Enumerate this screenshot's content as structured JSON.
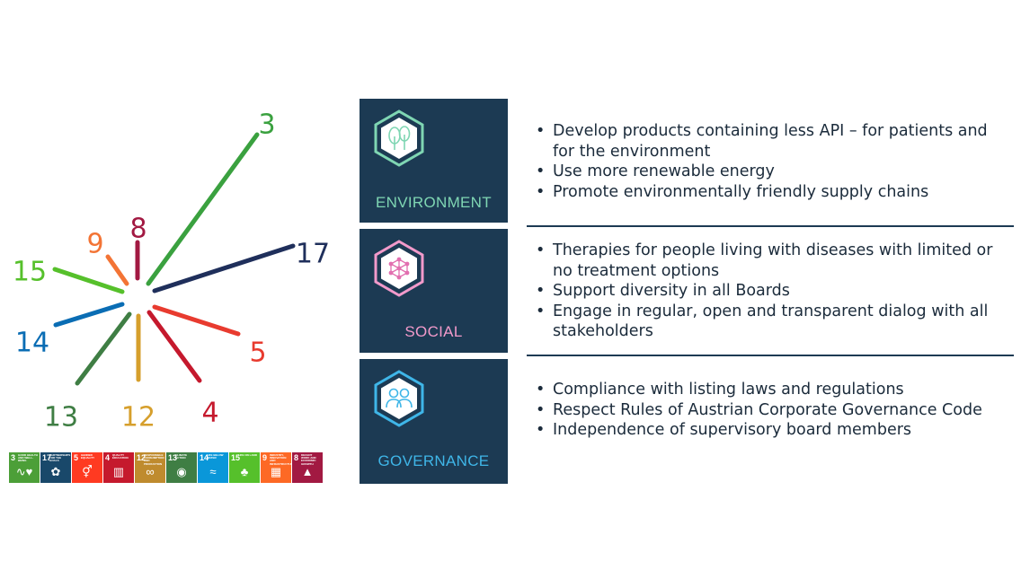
{
  "sdg_rays": [
    {
      "number": "3",
      "color": "#3aa13f"
    },
    {
      "number": "17",
      "color": "#1f2f5b"
    },
    {
      "number": "5",
      "color": "#e83b2f"
    },
    {
      "number": "4",
      "color": "#c5192d"
    },
    {
      "number": "12",
      "color": "#d69f2c"
    },
    {
      "number": "13",
      "color": "#3f7e44"
    },
    {
      "number": "14",
      "color": "#0a6db4"
    },
    {
      "number": "15",
      "color": "#56c02b"
    },
    {
      "number": "9",
      "color": "#f37435"
    },
    {
      "number": "8",
      "color": "#a21942"
    }
  ],
  "sdg_tiles": [
    {
      "number": "3",
      "text": "GOOD HEALTH AND WELL-BEING",
      "icon": "heartbeat-icon",
      "glyph": "∿♥",
      "color": "#4c9f38"
    },
    {
      "number": "17",
      "text": "PARTNERSHIPS FOR THE GOALS",
      "icon": "rings-icon",
      "glyph": "✿",
      "color": "#19486a"
    },
    {
      "number": "5",
      "text": "GENDER EQUALITY",
      "icon": "gender-icon",
      "glyph": "⚥",
      "color": "#ff3a21"
    },
    {
      "number": "4",
      "text": "QUALITY EDUCATION",
      "icon": "book-icon",
      "glyph": "▥",
      "color": "#c5192d"
    },
    {
      "number": "12",
      "text": "RESPONSIBLE CONSUMPTION AND PRODUCTION",
      "icon": "infinity-icon",
      "glyph": "∞",
      "color": "#bf8b2e"
    },
    {
      "number": "13",
      "text": "CLIMATE ACTION",
      "icon": "eye-icon",
      "glyph": "◉",
      "color": "#3f7e44"
    },
    {
      "number": "14",
      "text": "LIFE BELOW WATER",
      "icon": "fish-icon",
      "glyph": "≈",
      "color": "#0a97d9"
    },
    {
      "number": "15",
      "text": "LIFE ON LAND",
      "icon": "tree-icon",
      "glyph": "♣",
      "color": "#56c02b"
    },
    {
      "number": "9",
      "text": "INDUSTRY, INNOVATION AND INFRASTRUCTURE",
      "icon": "cubes-icon",
      "glyph": "▦",
      "color": "#fd6925"
    },
    {
      "number": "8",
      "text": "DECENT WORK AND ECONOMIC GROWTH",
      "icon": "growth-chart-icon",
      "glyph": "▲",
      "color": "#a21942"
    }
  ],
  "pillars": [
    {
      "label": "ENVIRONMENT",
      "accent": "#7fd6b3",
      "icon": "trees-icon",
      "goals": [
        "Develop products containing less API – for patients and for the environment",
        "Use more renewable energy",
        "Promote environmentally friendly supply chains"
      ]
    },
    {
      "label": "SOCIAL",
      "accent": "#f29acb",
      "icon": "network-icon",
      "goals": [
        "Therapies for people living with diseases with limited or no treatment options",
        "Support diversity in all Boards",
        "Engage in regular, open and transparent dialog with all stakeholders"
      ]
    },
    {
      "label": "GOVERNANCE",
      "accent": "#3fb6e8",
      "icon": "people-icon",
      "goals": [
        "Compliance with listing laws and regulations",
        "Respect Rules of Austrian Corporate Governance Code",
        "Independence of supervisory board members"
      ]
    }
  ]
}
